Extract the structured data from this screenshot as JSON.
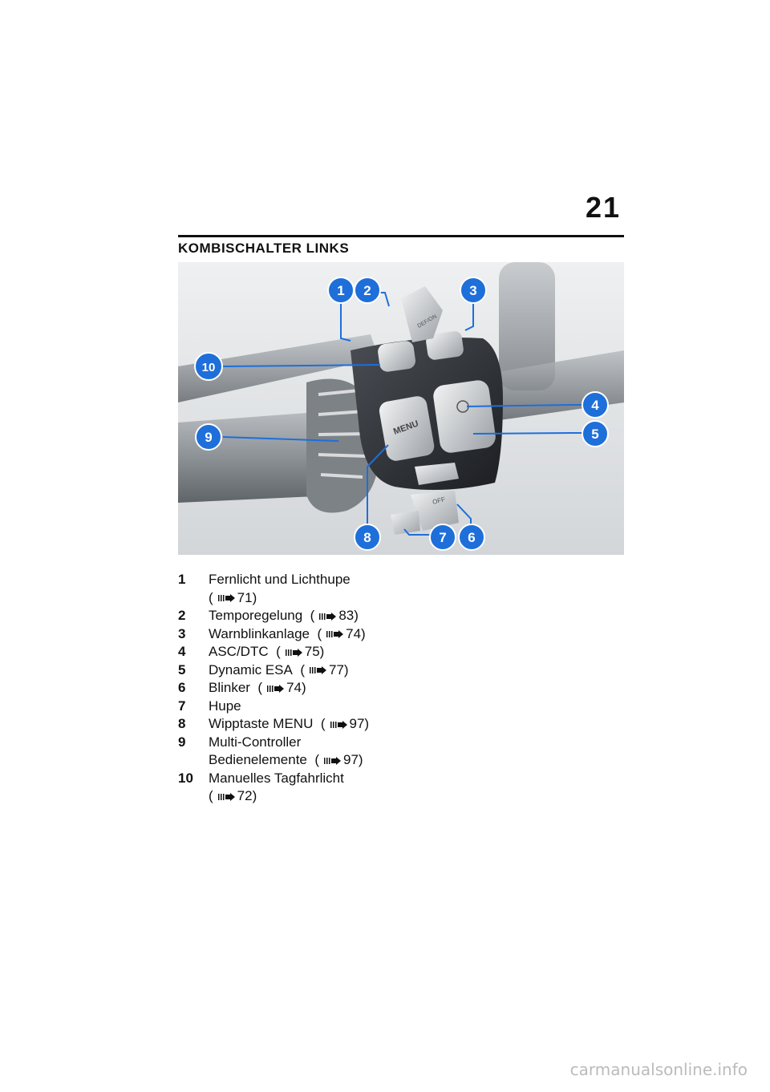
{
  "page": {
    "number": "21",
    "title": "KOMBISCHALTER LINKS"
  },
  "illustration": {
    "callouts": [
      "1",
      "2",
      "3",
      "4",
      "5",
      "6",
      "7",
      "8",
      "9",
      "10"
    ],
    "button_labels": {
      "menu": "MENU",
      "def_on": "DEF/ON",
      "off": "OFF"
    },
    "colors": {
      "callout": "#1e6fd9",
      "switch_body": "#2b2e33",
      "grip": "#8c9196",
      "background": "#d8dbde"
    }
  },
  "legend": [
    {
      "num": "1",
      "text": "Fernlicht und Lichthupe",
      "ref": "71",
      "break": true
    },
    {
      "num": "2",
      "text": "Temporegelung",
      "ref": "83"
    },
    {
      "num": "3",
      "text": "Warnblinkanlage",
      "ref": "74"
    },
    {
      "num": "4",
      "text": "ASC/DTC",
      "ref": "75"
    },
    {
      "num": "5",
      "text": "Dynamic ESA",
      "ref": "77"
    },
    {
      "num": "6",
      "text": "Blinker",
      "ref": "74"
    },
    {
      "num": "7",
      "text": "Hupe",
      "ref": ""
    },
    {
      "num": "8",
      "text": "Wipptaste MENU",
      "ref": "97"
    },
    {
      "num": "9",
      "text": "Multi-Controller",
      "text2": "Bedienelemente",
      "ref": "97"
    },
    {
      "num": "10",
      "text": "Manuelles Tagfahrlicht",
      "ref": "72",
      "break": true
    }
  ],
  "watermark": "carmanualsonline.info"
}
